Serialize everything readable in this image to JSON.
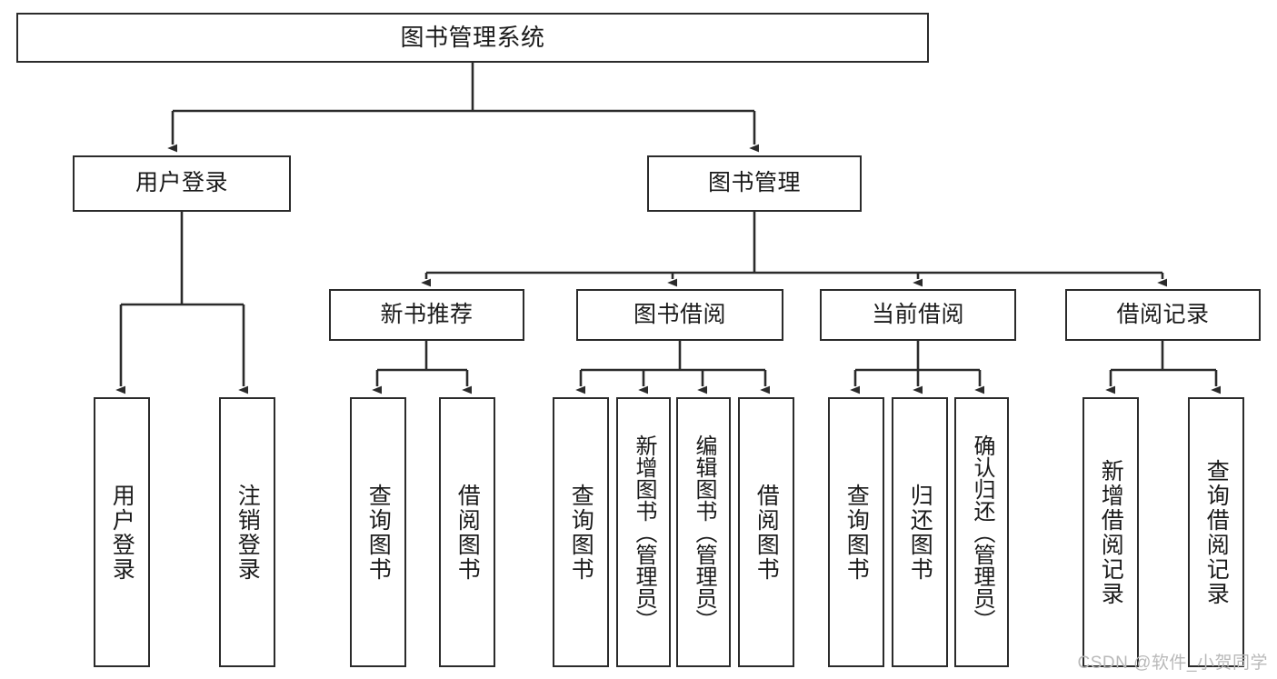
{
  "diagram": {
    "type": "tree-hierarchy",
    "title": "图书管理系统",
    "watermark": "CSDN @软件_小贺同学",
    "colors": {
      "stroke": "#2b2b2b",
      "fill": "#ffffff",
      "text": "#1a1a1a",
      "watermark": "#b9b9b9"
    },
    "nodes": {
      "root": {
        "label": "图书管理系统"
      },
      "level1": [
        {
          "label": "用户登录"
        },
        {
          "label": "图书管理"
        }
      ],
      "level2": [
        {
          "label": "新书推荐"
        },
        {
          "label": "图书借阅"
        },
        {
          "label": "当前借阅"
        },
        {
          "label": "借阅记录"
        }
      ],
      "leaves_user_login": [
        {
          "label": "用户登录"
        },
        {
          "label": "注销登录"
        }
      ],
      "leaves_new_book": [
        {
          "label": "查询图书"
        },
        {
          "label": "借阅图书"
        }
      ],
      "leaves_borrow": [
        {
          "label": "查询图书"
        },
        {
          "label": "新增图书（管理员）"
        },
        {
          "label": "编辑图书（管理员）"
        },
        {
          "label": "借阅图书"
        }
      ],
      "leaves_current": [
        {
          "label": "查询图书"
        },
        {
          "label": "归还图书"
        },
        {
          "label": "确认归还（管理员）"
        }
      ],
      "leaves_record": [
        {
          "label": "新增借阅记录"
        },
        {
          "label": "查询借阅记录"
        }
      ]
    }
  }
}
